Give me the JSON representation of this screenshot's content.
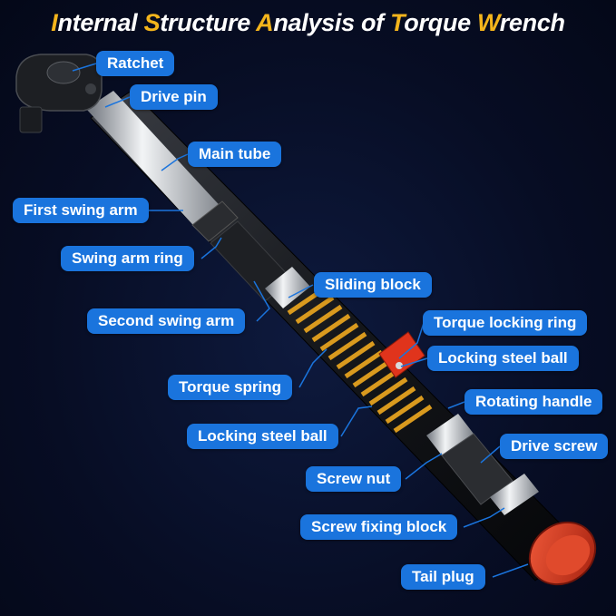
{
  "title": {
    "words": [
      {
        "cap": "I",
        "rest": "nternal"
      },
      {
        "cap": "S",
        "rest": "tructure"
      },
      {
        "cap": "A",
        "rest": "nalysis of"
      },
      {
        "cap": "T",
        "rest": "orque"
      },
      {
        "cap": "W",
        "rest": "rench"
      }
    ]
  },
  "labels": {
    "ratchet": "Ratchet",
    "drive_pin": "Drive pin",
    "main_tube": "Main tube",
    "first_swing_arm": "First swing arm",
    "swing_arm_ring": "Swing arm ring",
    "sliding_block": "Sliding block",
    "second_swing_arm": "Second swing arm",
    "torque_locking_ring": "Torque locking ring",
    "locking_steel_ball_right": "Locking steel ball",
    "torque_spring": "Torque spring",
    "rotating_handle": "Rotating handle",
    "locking_steel_ball_left": "Locking steel ball",
    "drive_screw": "Drive screw",
    "screw_nut": "Screw nut",
    "screw_fixing_block": "Screw fixing block",
    "tail_plug": "Tail plug"
  },
  "colors": {
    "title_text": "#ffffff",
    "title_accent": "#f4b51c",
    "label_bg": "#1a74dd",
    "label_text": "#ffffff",
    "leader_line": "#1a74dd",
    "spring": "#d99a1e",
    "tail_plug": "#d8351c",
    "locking_ring": "#e0341c"
  }
}
